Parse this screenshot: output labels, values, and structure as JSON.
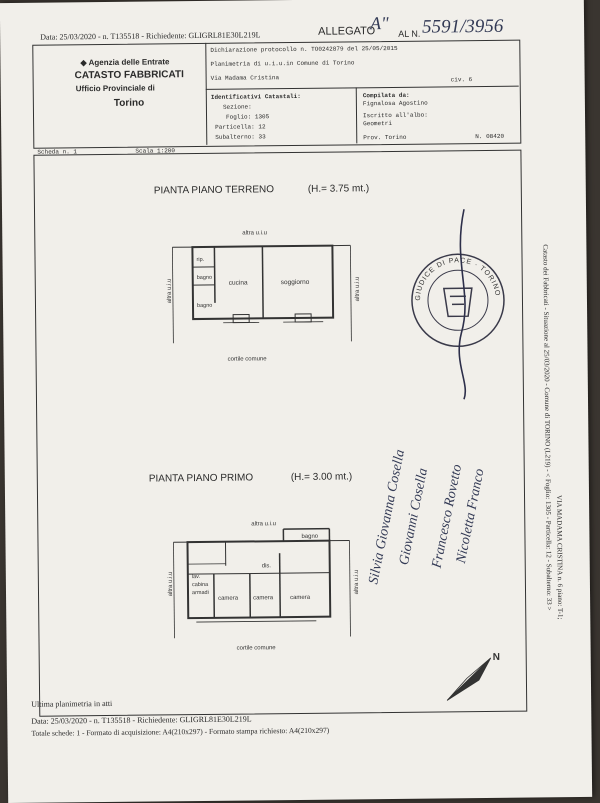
{
  "header": {
    "date_line": "Data: 25/03/2020 - n. T135518 - Richiedente: GLIGRL81E30L219L",
    "allegato_label": "ALLEGATO",
    "allegato_value": "A\"",
    "al_n_label": "AL N.",
    "al_n_value": "5591/3956",
    "agency_line1": "Agenzia delle Entrate",
    "agency_line2": "CATASTO FABBRICATI",
    "agency_line3": "Ufficio Provinciale di",
    "agency_line4": "Torino",
    "dichiarazione": "Dichiarazione protocollo n. TO0242879 del 25/05/2015",
    "planimetria": "Planimetria di u.i.u.in Comune di Torino",
    "via": "Via Madama Cristina",
    "civ": "civ. 6",
    "identificativi_label": "Identificativi Catastali:",
    "sezione": "Sezione:",
    "foglio": "Foglio: 1305",
    "particella": "Particella: 12",
    "subalterno": "Subalterno: 33",
    "compilata_label": "Compilata da:",
    "compilata_name": "Fignalosa Agostino",
    "iscritto": "Iscritto all'albo:",
    "geometri": "Geometri",
    "prov": "Prov. Torino",
    "numero": "N. 08420",
    "scheda": "Scheda n. 1",
    "scala": "Scala 1:200"
  },
  "plans": {
    "ground_title": "PIANTA PIANO TERRENO",
    "ground_height": "(H.= 3.75 mt.)",
    "first_title": "PIANTA PIANO PRIMO",
    "first_height": "(H.= 3.00 mt.)",
    "altra_uiu": "altra u.i.u",
    "cortile_comune": "cortile comune",
    "rip": "rip.",
    "bagno": "bagno",
    "cucina": "cucina",
    "soggiorno": "soggiorno",
    "dis": "dis.",
    "lav": "lav.",
    "cabina": "cabina",
    "armadi": "armadi",
    "camera": "camera"
  },
  "side_text": "Catasto dei Fabbricati - Situazione al 25/03/2020 - Comune di TORINO (L219) - < Foglio: 1305 - Particella: 12 - Subalterno: 33 >",
  "side_text2": "VIA MADAMA CRISTINA n. 6 piano: T-1;",
  "stamp_text": "GIUDICE DI PACE · TORINO",
  "signatures": [
    "Silvia Giovanna Cosella",
    "Giovanni Cosella",
    "Francesco Rovetto",
    "Nicoletta Franco"
  ],
  "footer": {
    "ultima": "Ultima planimetria in atti",
    "date_line": "Data: 25/03/2020 - n. T135518 - Richiedente: GLIGRL81E30L219L",
    "totale": "Totale schede: 1 - Formato di acquisizione: A4(210x297) - Formato stampa richiesto: A4(210x297)"
  },
  "north_label": "N"
}
